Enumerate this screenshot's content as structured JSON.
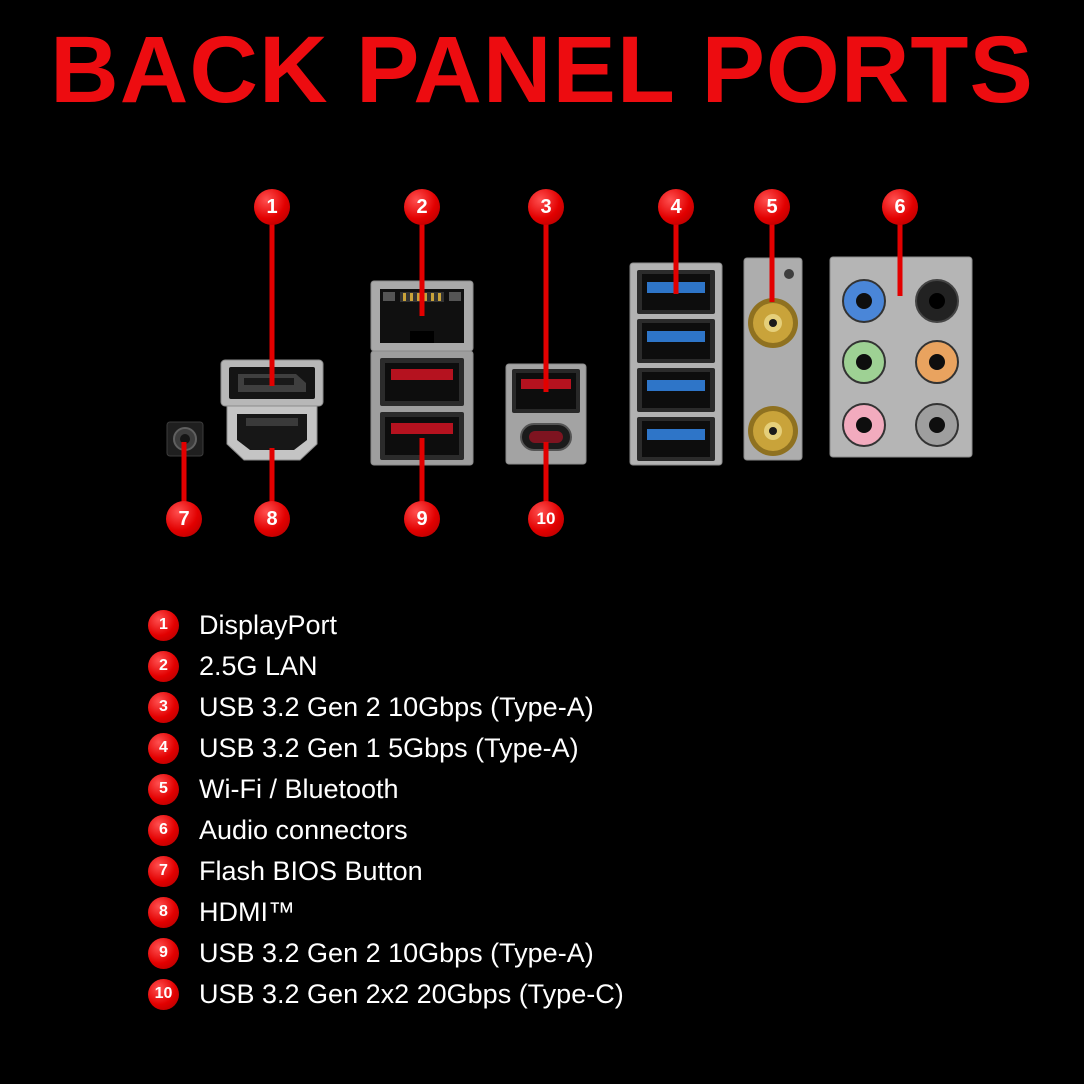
{
  "title": "BACK PANEL PORTS",
  "colors": {
    "accent_red": "#e20000",
    "background": "#000000",
    "text": "#ffffff",
    "usb_tongue_blue": "#2e75c8",
    "usb_tongue_red": "#b5121f",
    "antenna_gold": "#c9a33a",
    "audio_jack_blue": "#4a86d8",
    "audio_jack_black": "#222222",
    "audio_jack_green": "#9ed194",
    "audio_jack_orange": "#e9a35f",
    "audio_jack_pink": "#f2abbe",
    "audio_jack_gray": "#9e9e9e"
  },
  "callouts": {
    "top": [
      "1",
      "2",
      "3",
      "4",
      "5",
      "6"
    ],
    "bottom": [
      "7",
      "8",
      "9",
      "10"
    ]
  },
  "legend": [
    {
      "num": "1",
      "label": "DisplayPort"
    },
    {
      "num": "2",
      "label": "2.5G LAN"
    },
    {
      "num": "3",
      "label": "USB 3.2 Gen 2 10Gbps (Type-A)"
    },
    {
      "num": "4",
      "label": "USB 3.2 Gen 1 5Gbps (Type-A)"
    },
    {
      "num": "5",
      "label": "Wi-Fi / Bluetooth"
    },
    {
      "num": "6",
      "label": "Audio connectors"
    },
    {
      "num": "7",
      "label": "Flash BIOS Button"
    },
    {
      "num": "8",
      "label": "HDMI™"
    },
    {
      "num": "9",
      "label": "USB 3.2 Gen 2 10Gbps (Type-A)"
    },
    {
      "num": "10",
      "label": "USB 3.2 Gen 2x2 20Gbps (Type-C)"
    }
  ]
}
